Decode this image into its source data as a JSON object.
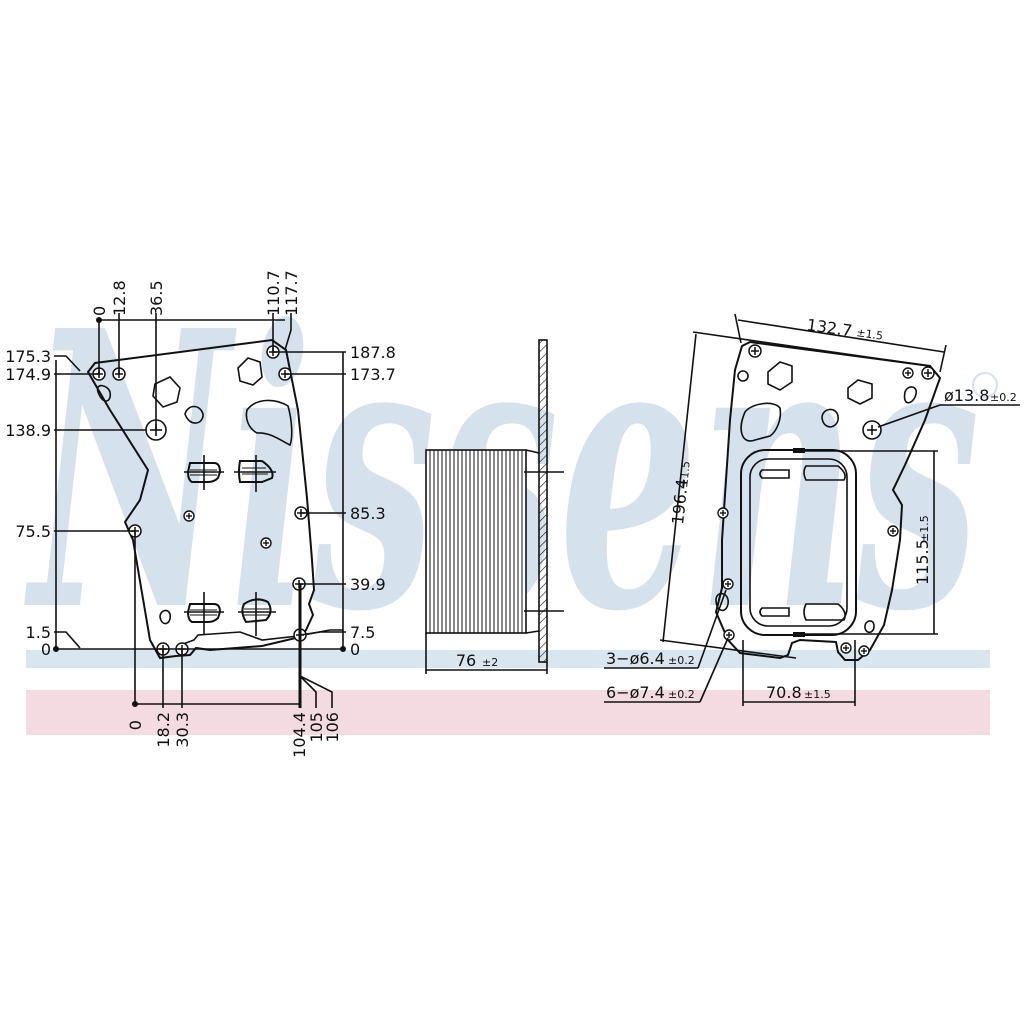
{
  "title": "Oil cooler dimensional drawing",
  "watermark": {
    "text": "Nissens",
    "registered": "®",
    "color": "#d5e1ec",
    "band_blue": "#d9e5ef",
    "band_pink": "#f3dbe1"
  },
  "front_view": {
    "left_labels": [
      "175.3",
      "174.9",
      "138.9",
      "75.5",
      "1.5",
      "0"
    ],
    "right_labels": [
      "187.8",
      "173.7",
      "85.3",
      "39.9",
      "7.5",
      "0"
    ],
    "top_labels": [
      "0",
      "12.8",
      "36.5",
      "110.7",
      "117.7"
    ],
    "bottom_labels": [
      "0",
      "18.2",
      "30.3",
      "104.4",
      "105",
      "106"
    ]
  },
  "side_view": {
    "depth_label": "76",
    "depth_tol": "±2"
  },
  "gasket_view": {
    "width_label": "132.7",
    "width_tol": "±1.5",
    "height_label": "196.4",
    "height_tol": "±1.5",
    "port_height_label": "115.5",
    "port_height_tol": "±1.5",
    "port_width_label": "70.8",
    "port_width_tol": "±1.5",
    "big_hole_label": "ø13.8",
    "big_hole_tol": "±0.2",
    "small_holes_label": "3−ø6.4",
    "small_holes_tol": "±0.2",
    "bolt_holes_label": "6−ø7.4",
    "bolt_holes_tol": "±0.2"
  }
}
